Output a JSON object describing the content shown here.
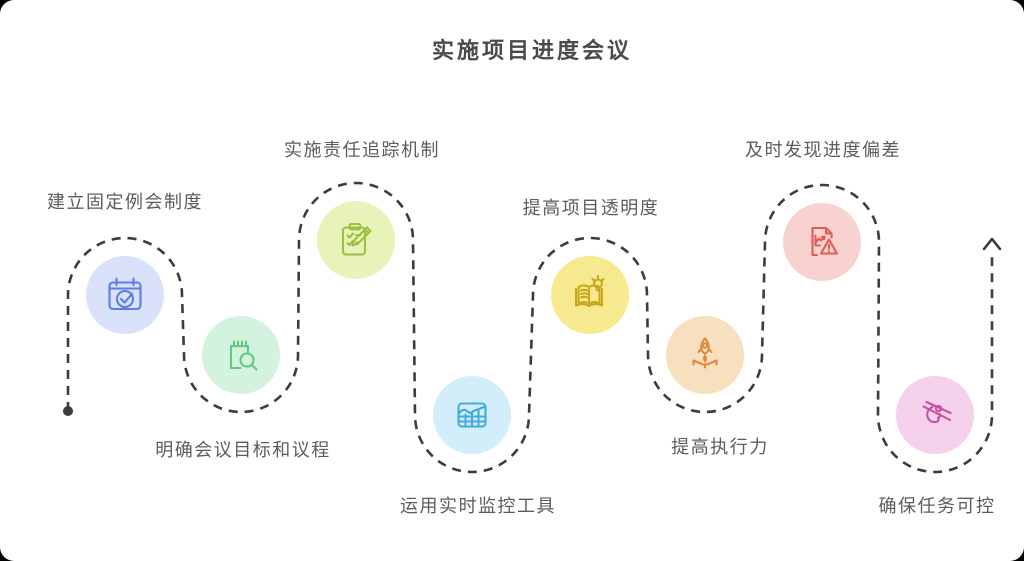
{
  "title": "实施项目进度会议",
  "flow": {
    "path_color": "#3c3c3c",
    "start_marker": "dot",
    "end_marker": "up-arrow"
  },
  "nodes": [
    {
      "label": "建立固定例会制度",
      "icon": "calendar-check-icon",
      "icon_color": "#5b7fe8",
      "bg_color": "#d9e2fa",
      "label_position": "top"
    },
    {
      "label": "明确会议目标和议程",
      "icon": "notepad-search-icon",
      "icon_color": "#66c783",
      "bg_color": "#d3f3de",
      "label_position": "bottom"
    },
    {
      "label": "实施责任追踪机制",
      "icon": "clipboard-pencil-icon",
      "icon_color": "#9cc13f",
      "bg_color": "#e8f3b9",
      "label_position": "top"
    },
    {
      "label": "运用实时监控工具",
      "icon": "chart-grid-icon",
      "icon_color": "#45aadf",
      "bg_color": "#d3edfb",
      "label_position": "bottom"
    },
    {
      "label": "提高项目透明度",
      "icon": "book-idea-icon",
      "icon_color": "#c9a820",
      "bg_color": "#f7e98e",
      "label_position": "top"
    },
    {
      "label": "提高执行力",
      "icon": "rocket-launch-icon",
      "icon_color": "#dc8b41",
      "bg_color": "#f8e0be",
      "label_position": "bottom"
    },
    {
      "label": "及时发现进度偏差",
      "icon": "report-warning-icon",
      "icon_color": "#e25b56",
      "bg_color": "#f8d2cf",
      "label_position": "top"
    },
    {
      "label": "确保任务可控",
      "icon": "hand-chopsticks-icon",
      "icon_color": "#cb4fa0",
      "bg_color": "#f6d1eb",
      "label_position": "bottom"
    }
  ]
}
